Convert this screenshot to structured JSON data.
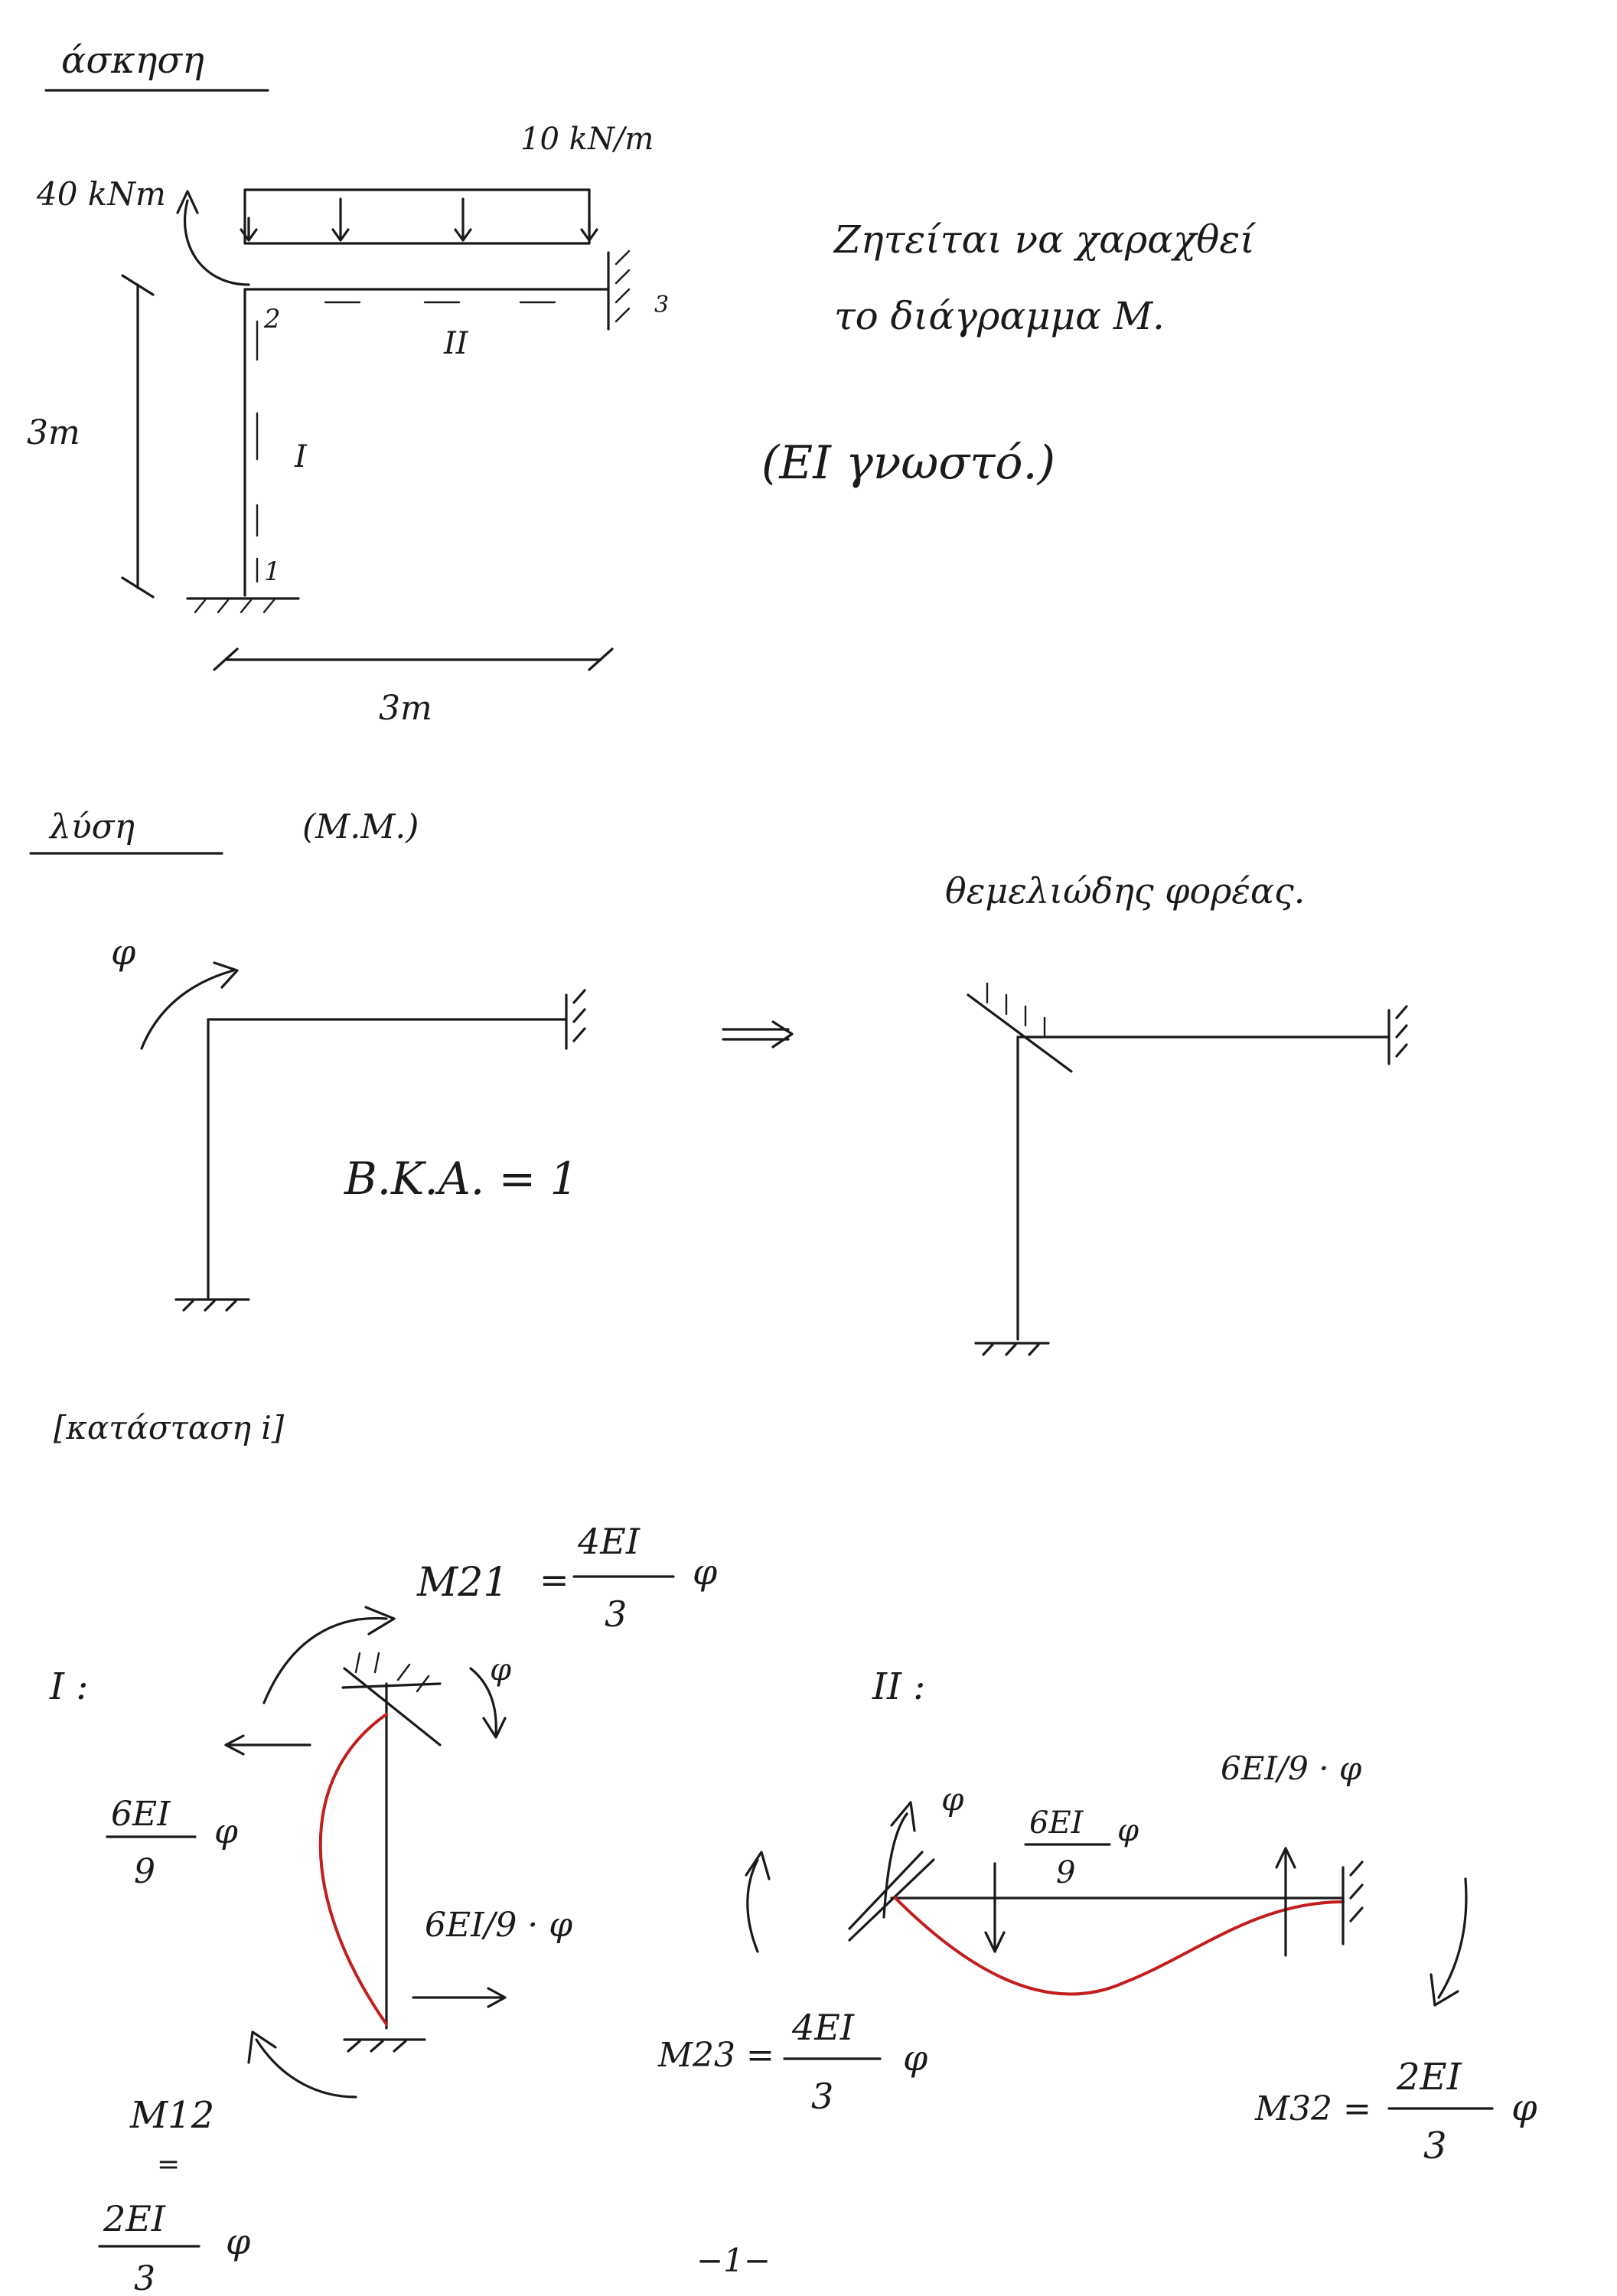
{
  "exercise": {
    "heading": "άσκηση",
    "load_label": "10 kN/m",
    "moment_label": "40 kNm",
    "node_1": "1",
    "node_2": "2",
    "node_3": "3",
    "member_I": "I",
    "member_II": "II",
    "height_label": "3m",
    "span_label": "3m",
    "task_line_1": "Ζητείται να χαραχθεί",
    "task_line_2": "το διάγραμμα Μ.",
    "ei_note": "(ΕΙ γνωστό.)"
  },
  "solution": {
    "heading": "λύση",
    "method": "(Μ.Μ.)",
    "phi": "φ",
    "dof": "Β.Κ.Α. = 1",
    "primary_structure": "θεμελιώδης φορέας.",
    "state_box": "[κατάσταση i]"
  },
  "member_I": {
    "label": "I :",
    "M21_lhs": "Μ21",
    "M21_num": "4ΕΙ",
    "M21_den": "3",
    "phi": "φ",
    "rot_phi": "φ",
    "shear_top_num": "6ΕΙ",
    "shear_top_den": "9",
    "shear_bottom": "6ΕΙ/9 · φ",
    "M12_lhs": "Μ12",
    "M12_eq": "=",
    "M12_num": "2ΕΙ",
    "M12_den": "3"
  },
  "member_II": {
    "label": "II :",
    "rot_phi": "φ",
    "shear_left_num": "6ΕΙ",
    "shear_left_den": "9",
    "shear_right": "6ΕΙ/9 · φ",
    "M23_lhs": "Μ23 =",
    "M23_num": "4ΕΙ",
    "M23_den": "3",
    "M32_lhs": "Μ32 =",
    "M32_num": "2ΕΙ",
    "M32_den": "3",
    "phi": "φ"
  },
  "page_number": "−1−"
}
